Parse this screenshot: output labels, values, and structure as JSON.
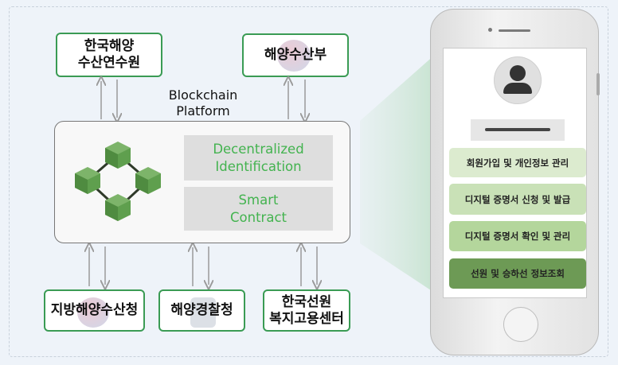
{
  "orgs": {
    "kimst": "한국해양\n수산연수원",
    "mof": "해양수산부",
    "regional": "지방해양수산청",
    "coastguard": "해양경찰청",
    "seafarer": "한국선원\n복지고용센터"
  },
  "platform": {
    "label": "Blockchain\nPlatform",
    "did": "Decentralized\nIdentification",
    "contract": "Smart\nContract"
  },
  "phone": {
    "menu": [
      "회원가입 및 개인정보 관리",
      "디지털 증명서 신청 및 발급",
      "디지털 증명서 확인 및 관리",
      "선원 및 승하선 정보조회"
    ]
  },
  "colors": {
    "accent": "#3a9b54",
    "cube": "#5f9f4e",
    "menu_light": "#dcebcf",
    "menu_mid": "#b9d9a0",
    "menu_dark": "#6d9a55"
  }
}
